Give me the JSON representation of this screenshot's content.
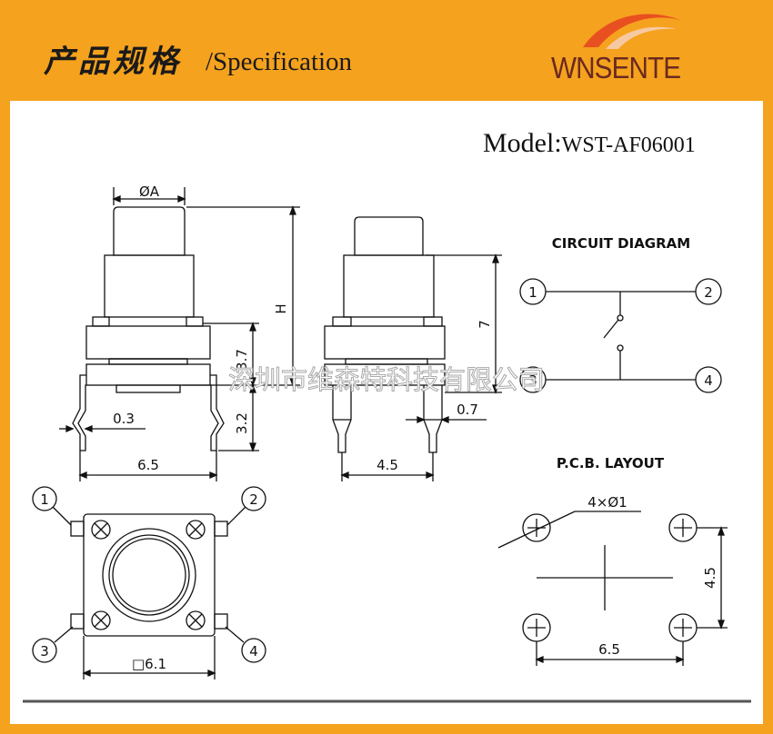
{
  "header": {
    "title_cn": "产品规格",
    "title_en": "/Specification"
  },
  "logo": {
    "text": "WNSENTE",
    "text_color": "#6B2A1F",
    "mark_colors": [
      "#E9501F",
      "#F7C9A0"
    ]
  },
  "model": {
    "label": "Model:",
    "value": "WST-AF06001"
  },
  "colors": {
    "background": "#F5A21E",
    "panel": "#FFFFFF",
    "line": "#111111"
  },
  "watermark": "深圳市维森特科技有限公司",
  "front_view": {
    "dim_diameter": "ØA",
    "dim_height": "H",
    "dim_body": "3.7",
    "dim_pin": "3.2",
    "dim_pin_thickness": "0.3",
    "dim_width": "6.5"
  },
  "side_view": {
    "dim_height": "7",
    "dim_pin_width": "0.7",
    "dim_width": "4.5"
  },
  "top_view": {
    "pins": [
      "1",
      "2",
      "3",
      "4"
    ],
    "dim_square": "□6.1"
  },
  "circuit_diagram": {
    "title": "CIRCUIT DIAGRAM",
    "terminals": [
      "1",
      "2",
      "3",
      "4"
    ]
  },
  "pcb_layout": {
    "title": "P.C.B. LAYOUT",
    "dim_holes": "4×Ø1",
    "dim_vertical": "4.5",
    "dim_horizontal": "6.5"
  }
}
